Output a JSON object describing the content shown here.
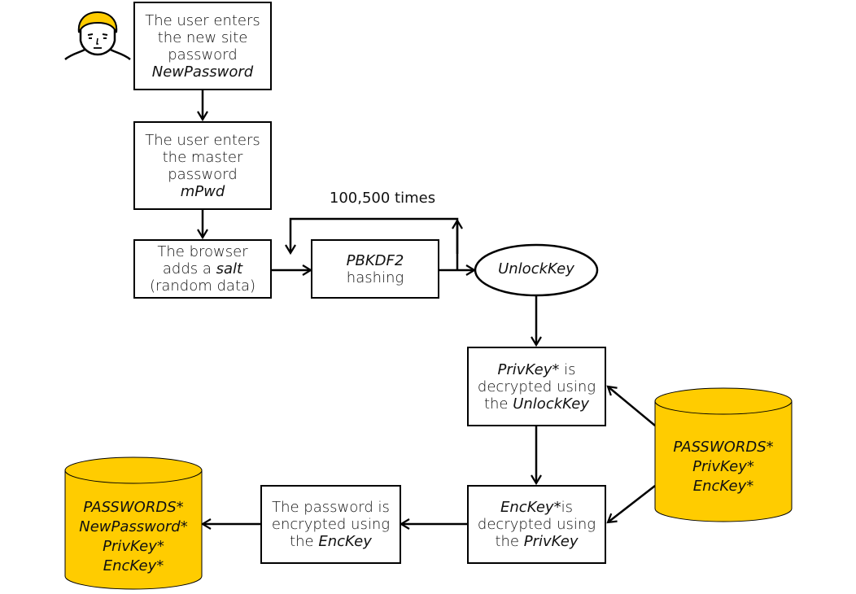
{
  "colors": {
    "accent": "#FFCC00",
    "stroke": "#000000",
    "background": "#FFFFFF"
  },
  "icons": {
    "user": "user-avatar-icon"
  },
  "steps": {
    "new_password": {
      "lines": [
        "The user enters",
        "the new site",
        "password"
      ],
      "italic": "NewPassword"
    },
    "master_password": {
      "lines": [
        "The user enters",
        "the master",
        "password"
      ],
      "italic": "mPwd"
    },
    "salt": {
      "line1": "The browser",
      "line2_prefix": "adds a ",
      "line2_italic": "salt",
      "line3": "(random data)"
    },
    "pbkdf2": {
      "italic": "PBKDF2",
      "line2": "hashing"
    },
    "loop_label": "100,500 times",
    "unlock_key": "UnlockKey",
    "privkey_decrypt": {
      "italic1": "PrivKey*",
      "suffix1": " is",
      "line2": "decrypted using",
      "line3_prefix": "the ",
      "line3_italic": "UnlockKey"
    },
    "enckey_decrypt": {
      "italic1": "EncKey*",
      "suffix1": "is",
      "line2": "decrypted using",
      "line3_prefix": "the ",
      "line3_italic": "PrivKey"
    },
    "encrypt_password": {
      "line1": "The password is",
      "line2": "encrypted using",
      "line3_prefix": "the ",
      "line3_italic": "EncKey"
    }
  },
  "storage_source": {
    "items": [
      "PASSWORDS*",
      "PrivKey*",
      "EncKey*"
    ]
  },
  "storage_result": {
    "items": [
      "PASSWORDS*",
      "NewPassword*",
      "PrivKey*",
      "EncKey*"
    ]
  }
}
